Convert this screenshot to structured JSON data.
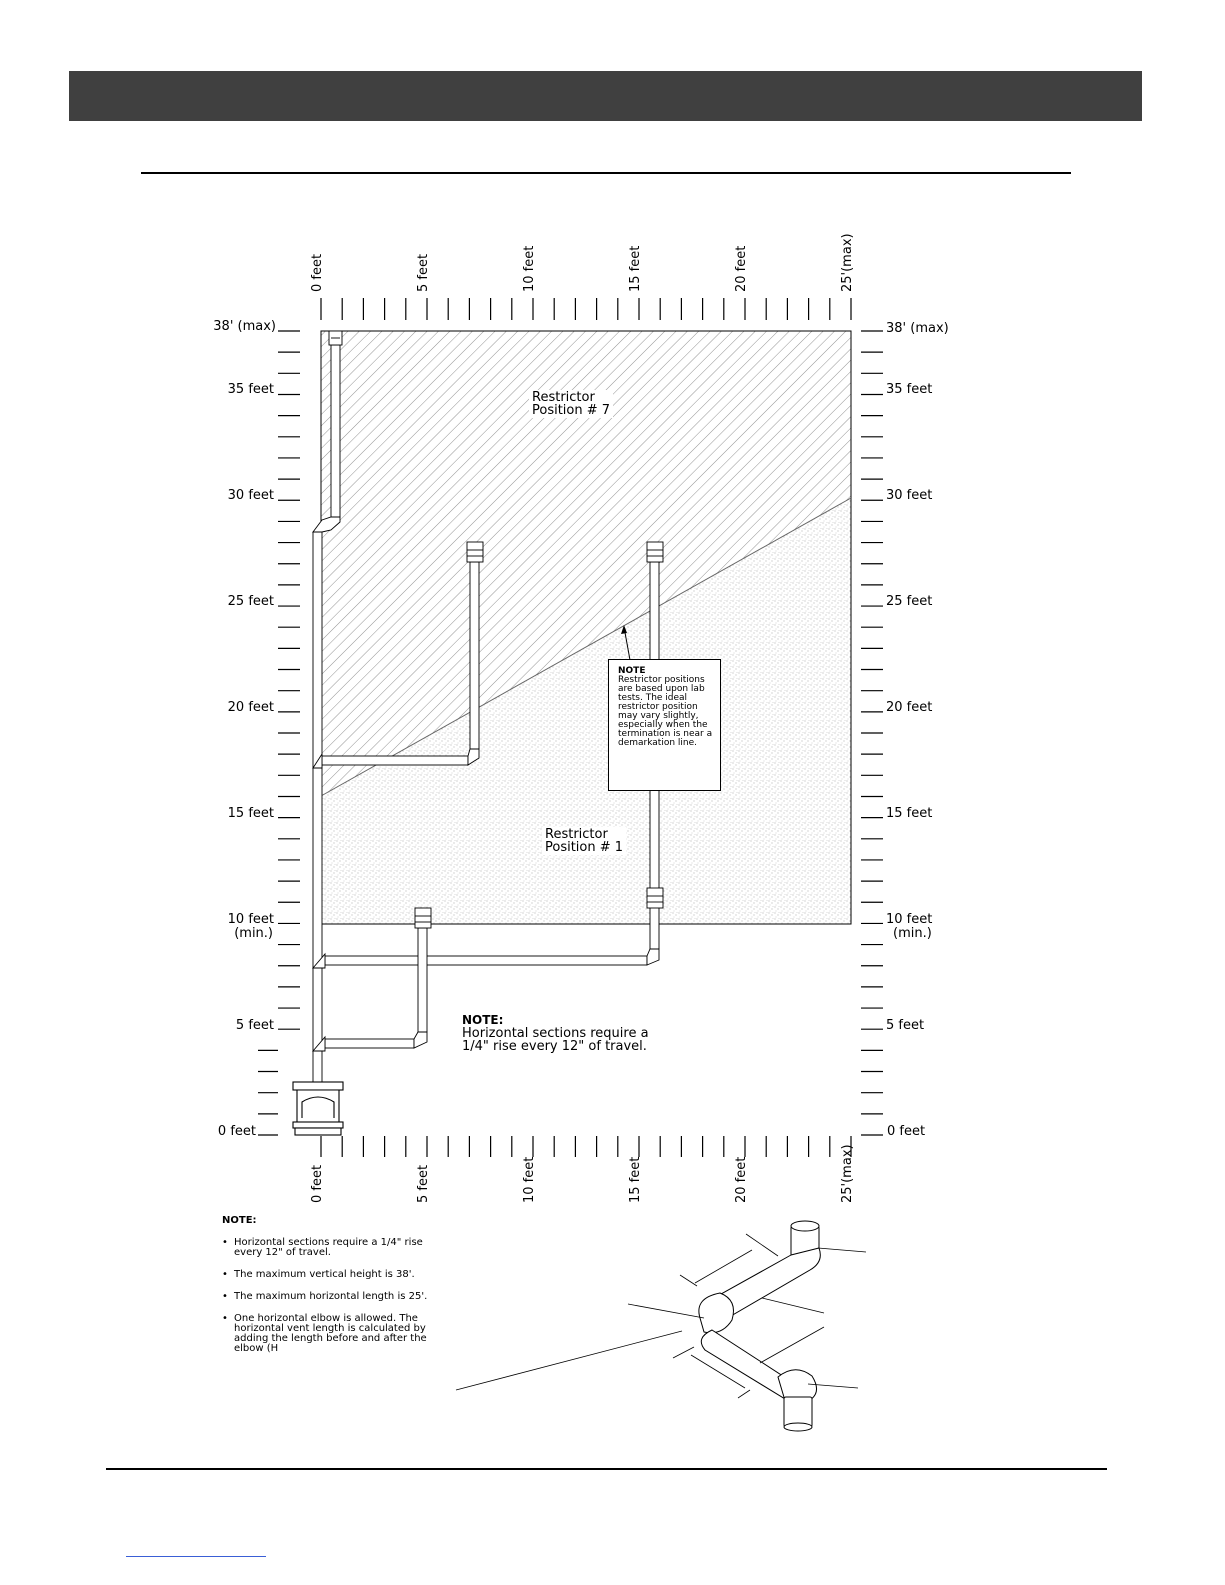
{
  "labels": {
    "left_ticks": [
      "38' (max)",
      "35 feet",
      "30 feet",
      "25 feet",
      "20 feet",
      "15 feet",
      "10 feet",
      "(min.)",
      "5 feet",
      "0 feet"
    ],
    "right_ticks": [
      "38' (max)",
      "35 feet",
      "30 feet",
      "25 feet",
      "20 feet",
      "15 feet",
      "10 feet",
      "(min.)",
      "5 feet",
      "0 feet"
    ],
    "top_ticks": [
      "0 feet",
      "5 feet",
      "10 feet",
      "15 feet",
      "20 feet",
      "25'(max)"
    ],
    "bottom_ticks": [
      "0 feet",
      "5 feet",
      "10 feet",
      "15 feet",
      "20 feet",
      "25'(max)"
    ]
  },
  "regions": {
    "upper_line1": "Restrictor",
    "upper_line2": "Position # 7",
    "lower_line1": "Restrictor",
    "lower_line2": "Position # 1"
  },
  "note_box": {
    "heading": "NOTE",
    "lines": [
      "Restrictor positions",
      "are based upon lab",
      "tests.  The ideal",
      "restrictor position",
      "may vary slightly,",
      "especially when the",
      "termination is near a",
      "demarkation line."
    ]
  },
  "horizontal_note": {
    "heading": "NOTE:",
    "line1": "Horizontal sections require a",
    "line2": "1/4\" rise every 12\" of travel."
  },
  "bottom_notes": {
    "heading": "NOTE:",
    "items": [
      "Horizontal sections require a 1/4\" rise every 12\" of travel.",
      "The maximum vertical height is 38'.",
      "The maximum horizontal length is 25'.",
      "One horizontal elbow is allowed.  The horizontal vent length is calculated by adding the length before and after the elbow (H"
    ]
  },
  "colors": {
    "header_bar": "#404040",
    "link_underline": "#3a5fd6"
  }
}
